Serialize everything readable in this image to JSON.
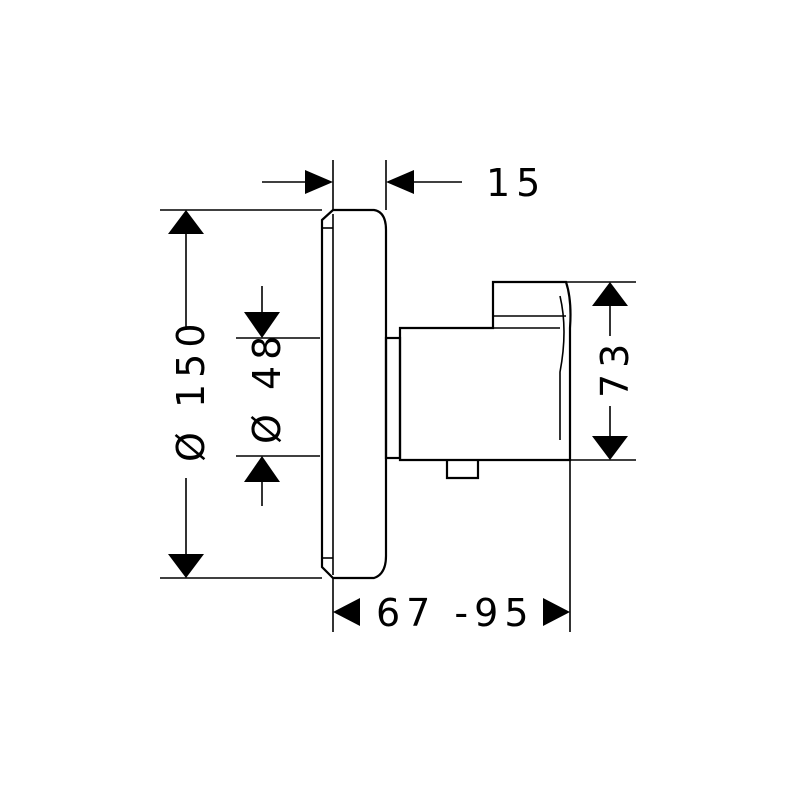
{
  "dimensions": {
    "face_plate_depth": "15",
    "overall_diameter": "Ø 150",
    "center_diameter": "Ø 48",
    "outlet_height": "73",
    "depth_range": "67 -95"
  }
}
